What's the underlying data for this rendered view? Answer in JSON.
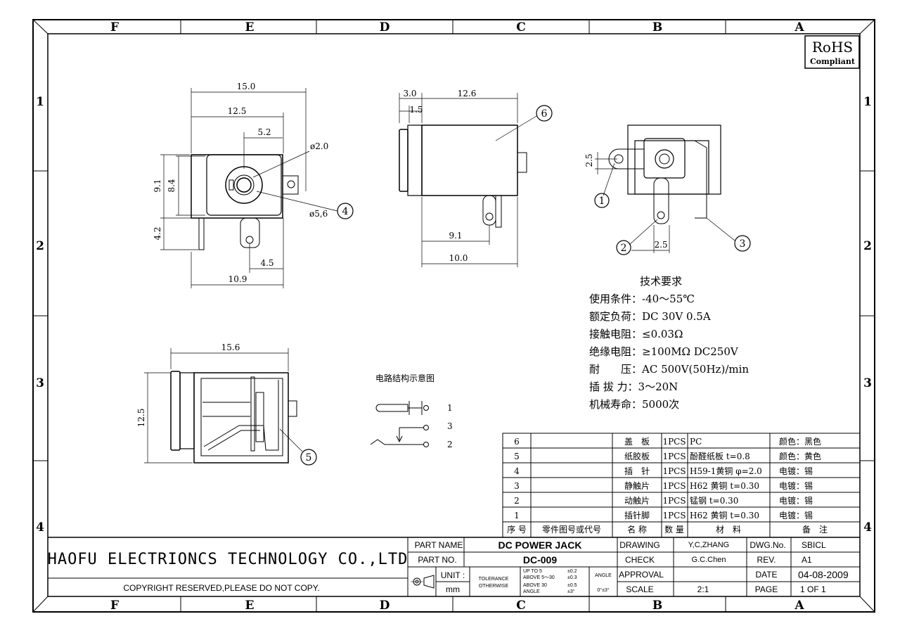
{
  "zones": {
    "columns": [
      "F",
      "E",
      "D",
      "C",
      "B",
      "A"
    ],
    "rows": [
      "1",
      "2",
      "3",
      "4"
    ]
  },
  "rohs": {
    "line1": "RoHS",
    "line2": "Compliant"
  },
  "dims": {
    "front": {
      "w150": "15.0",
      "w125": "12.5",
      "w52": "5.2",
      "d20": "ø2.0",
      "h91": "9.1",
      "h84": "8.4",
      "h42": "4.2",
      "w45": "4.5",
      "w109": "10.9",
      "d56": "ø5,6"
    },
    "side": {
      "w30": "3.0",
      "w15": "1.5",
      "w126": "12.6",
      "w91": "9.1",
      "w100": "10.0"
    },
    "back": {
      "h25": "2.5",
      "w25": "2.5"
    },
    "bottom": {
      "w156": "15.6",
      "h125": "12.5"
    }
  },
  "callouts": {
    "c1": "1",
    "c2": "2",
    "c3": "3",
    "c4": "4",
    "c5": "5",
    "c6": "6"
  },
  "circuit": {
    "title": "电路结构示意图",
    "p1": "1",
    "p3": "3",
    "p2": "2"
  },
  "specs": {
    "title": "技术要求",
    "lines": [
      "使用条件：-40～55℃",
      "额定负荷：DC 30V 0.5A",
      "接触电阻：≤0.03Ω",
      "绝缘电阻：≥100MΩ DC250V",
      "耐　　压：AC 500V(50Hz)/min",
      "插 拔 力：3～20N",
      "机械寿命：5000次"
    ]
  },
  "bom": {
    "rows": [
      {
        "no": "6",
        "part": "",
        "name": "盖　板",
        "qty": "1PCS",
        "material": "PC",
        "note": "颜色：黑色"
      },
      {
        "no": "5",
        "part": "",
        "name": "纸胶板",
        "qty": "1PCS",
        "material": "酚醛纸板 t=0.8",
        "note": "颜色：黄色"
      },
      {
        "no": "4",
        "part": "",
        "name": "插　针",
        "qty": "1PCS",
        "material": "H59-1黄铜 φ=2.0",
        "note": "电镀：锡"
      },
      {
        "no": "3",
        "part": "",
        "name": "静触片",
        "qty": "1PCS",
        "material": "H62 黄铜 t=0.30",
        "note": "电镀：锡"
      },
      {
        "no": "2",
        "part": "",
        "name": "动触片",
        "qty": "1PCS",
        "material": "锰钢 t=0.30",
        "note": "电镀：锡"
      },
      {
        "no": "1",
        "part": "",
        "name": "插针脚",
        "qty": "1PCS",
        "material": "H62 黄铜 t=0.30",
        "note": "电镀：锡"
      }
    ],
    "header": {
      "no": "序 号",
      "part": "零件图号或代号",
      "name": "名 称",
      "qty": "数 量",
      "material": "材　料",
      "note": "备　注"
    }
  },
  "titleblock": {
    "company": "HAOFU ELECTRIONCS TECHNOLOGY CO.,LTD",
    "copyright": "COPYRIGHT RESERVED,PLEASE DO NOT COPY.",
    "part_name_label": "PART NAME",
    "part_name": "DC POWER JACK",
    "part_no_label": "PART NO.",
    "part_no": "DC-009",
    "unit_label": "UNIT :",
    "unit": "mm",
    "tol_label1": "TOLERANCE",
    "tol_label2": "OTHERWISE",
    "tol1": "UP TO 5",
    "tol1v": "±0.2",
    "tol2": "ABOVE 5～30",
    "tol2v": "±0.3",
    "tol3": "ABOVE 30",
    "tol3v": "±0.5",
    "tol4": "ANGLE",
    "tol4v": "±3°",
    "angle_label": "ANGLE",
    "angle_val": "0°±3°",
    "drawing_label": "DRAWING",
    "drawing": "Y,C,ZHANG",
    "check_label": "CHECK",
    "check": "G.C.Chen",
    "approval_label": "APPROVAL",
    "approval": "",
    "scale_label": "SCALE",
    "scale": "2:1",
    "dwgno_label": "DWG.No.",
    "dwgno": "SBICL",
    "rev_label": "REV.",
    "rev": "A1",
    "date_label": "DATE",
    "date": "04-08-2009",
    "page_label": "PAGE",
    "page": "1 OF 1"
  }
}
